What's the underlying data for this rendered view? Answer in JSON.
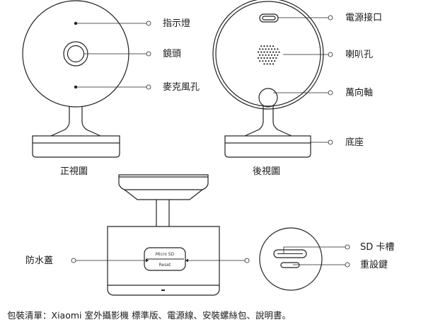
{
  "front_view": {
    "caption": "正視圖",
    "callouts": {
      "indicator": "指示燈",
      "lens": "鏡頭",
      "microphone": "麥克風孔"
    }
  },
  "rear_view": {
    "caption": "後視圖",
    "callouts": {
      "power_port": "電源接口",
      "speaker": "喇叭孔",
      "gimbal": "萬向軸",
      "base": "底座"
    }
  },
  "bottom_view": {
    "slot_label_top": "Micro SD",
    "slot_label_bottom": "Reset",
    "callouts": {
      "cover": "防水蓋",
      "sd_slot": "SD 卡槽",
      "reset": "重設鍵"
    }
  },
  "package_contents": "包裝清單：Xiaomi 室外攝影機 標準版、電源線、安裝螺絲包、說明書。"
}
